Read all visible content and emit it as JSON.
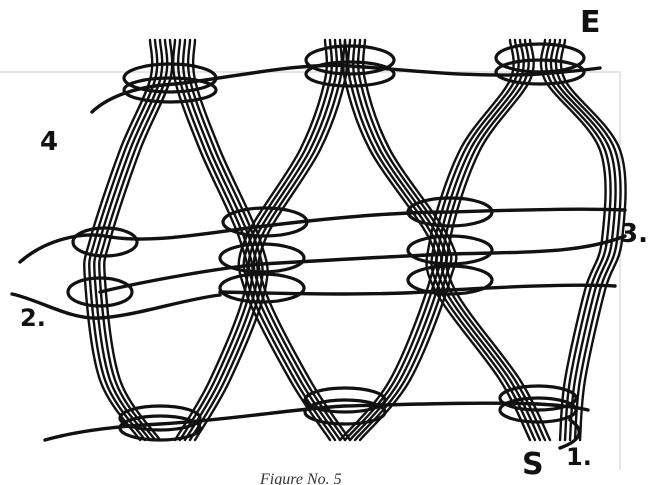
{
  "figure": {
    "labels": {
      "top_right": "E",
      "bottom_right": "S",
      "left_upper": "4",
      "left_lower": "2.",
      "right_middle": "3.",
      "bottom_right_number": "1."
    },
    "caption": "Figure No. 5"
  }
}
